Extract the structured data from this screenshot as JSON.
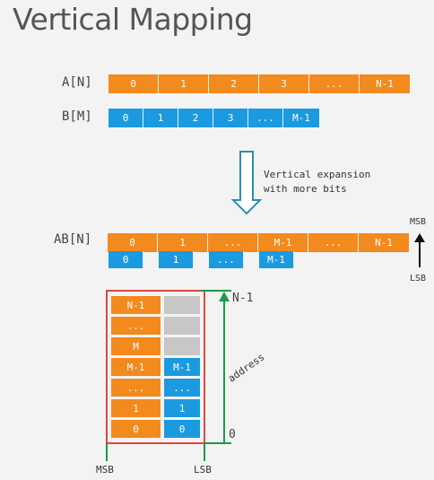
{
  "title": "Vertical Mapping",
  "a_label": "A[N]",
  "a_cells": [
    "0",
    "1",
    "2",
    "3",
    "...",
    "N-1"
  ],
  "b_label": "B[M]",
  "b_cells": [
    "0",
    "1",
    "2",
    "3",
    "...",
    "M-1"
  ],
  "expand_line1": "Vertical expansion",
  "expand_line2": "with more bits",
  "ab_label": "AB[N]",
  "ab_top": [
    "0",
    "1",
    "...",
    "M-1",
    "...",
    "N-1"
  ],
  "ab_bottom": [
    "0",
    "1",
    "...",
    "M-1"
  ],
  "msb_right": "MSB",
  "lsb_right": "LSB",
  "mem_left": [
    "N-1",
    "...",
    "M",
    "M-1",
    "...",
    "1",
    "0"
  ],
  "mem_right": [
    "",
    "",
    "",
    "M-1",
    "...",
    "1",
    "0"
  ],
  "addr_top": "N-1",
  "addr_bottom": "0",
  "address": "address",
  "msb_bottom": "MSB",
  "lsb_bottom": "LSB",
  "colors": {
    "orange": "#f28a1e",
    "blue": "#1b9ae0",
    "gray": "#c7c7c7",
    "green": "#1a9a4a",
    "red": "#e0463c",
    "arrow_teal": "#2a8fb0"
  }
}
